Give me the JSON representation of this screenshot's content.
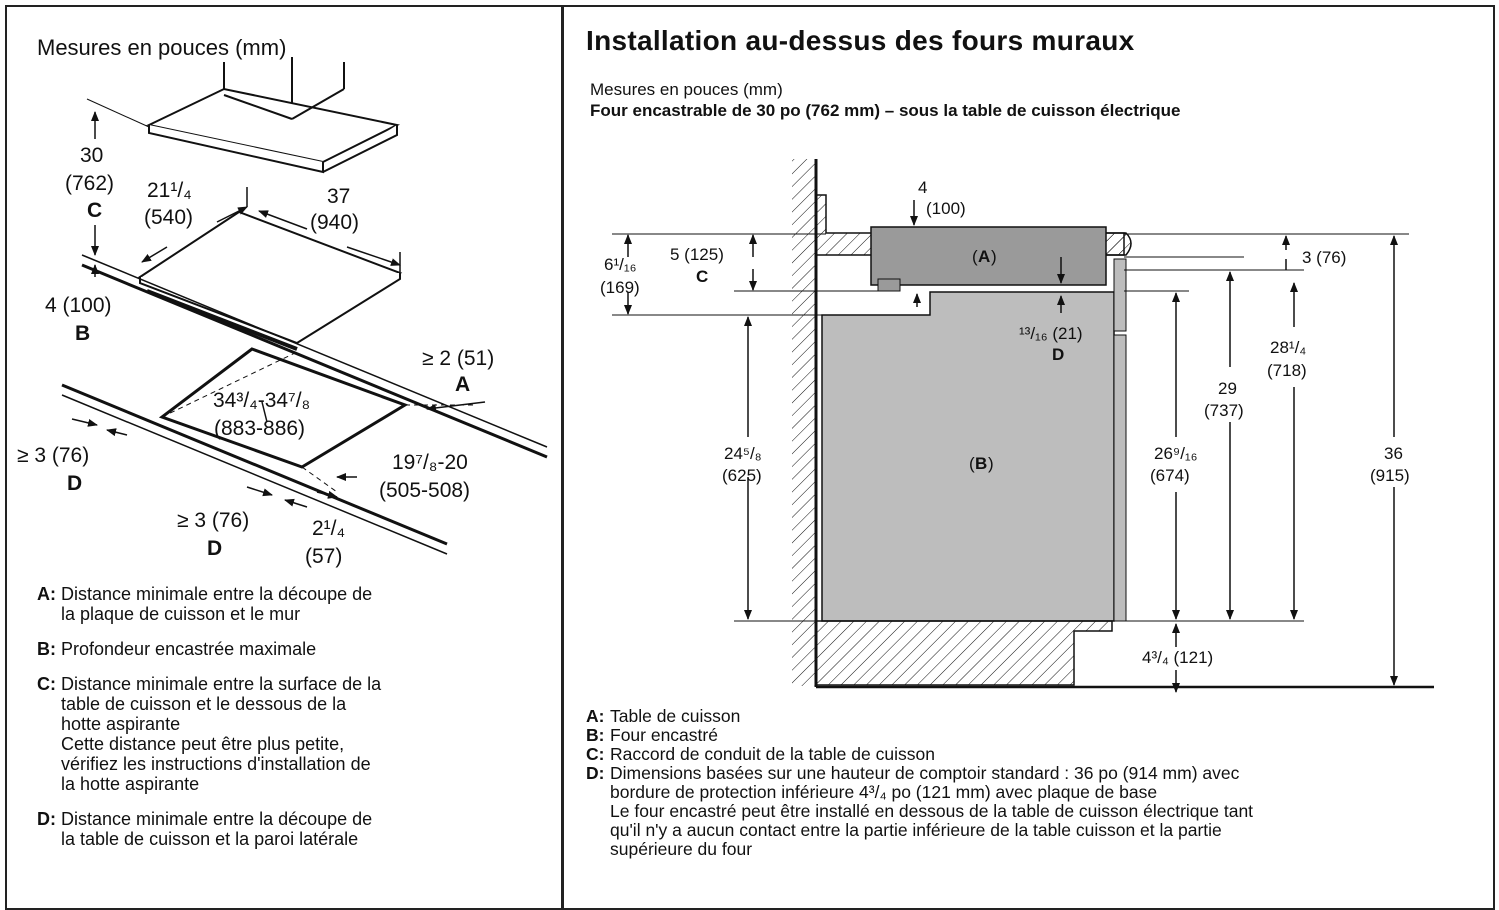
{
  "left": {
    "heading": "Mesures en pouces (mm)",
    "labels": {
      "hood_h1": "30",
      "hood_h2": "(762)",
      "hood_h3": "C",
      "depth_1": "21¹/₄",
      "depth_2": "(540)",
      "width_1": "37",
      "width_2": "(940)",
      "below_1": "4 (100)",
      "below_2": "B",
      "wall_1": "≥ 2 (51)",
      "wall_2": "A",
      "cut_w1": "34³/₄-34⁷/₈",
      "cut_w2": "(883-886)",
      "side_1": "≥ 3 (76)",
      "side_2": "D",
      "cut_d1": "19⁷/₈-20",
      "cut_d2": "(505-508)",
      "front_1": "≥ 3 (76)",
      "front_2": "D",
      "edge_1": "2¹/₄",
      "edge_2": "(57)"
    },
    "legend": [
      {
        "key": "A:",
        "text": "Distance minimale entre la découpe de\nla plaque de cuisson et le mur"
      },
      {
        "key": "B:",
        "text": "Profondeur encastrée maximale"
      },
      {
        "key": "C:",
        "text": "Distance minimale entre la surface de la\ntable de cuisson et le dessous de la\nhotte aspirante\nCette distance peut être plus petite,\nvérifiez les instructions d'installation de\nla hotte aspirante"
      },
      {
        "key": "D:",
        "text": "Distance minimale entre la découpe de\nla table de cuisson et la paroi latérale"
      }
    ]
  },
  "right": {
    "title": "Installation au-dessus des fours muraux",
    "subtitle": "Mesures en pouces (mm)",
    "subtitle_bold": "Four encastrable de 30 po (762 mm) – sous la table de cuisson électrique",
    "labels": {
      "top_1": "4",
      "top_2": "(100)",
      "cooktop": "A",
      "oven": "B",
      "duct_1": "5 (125)",
      "duct_2": "C",
      "left_1": "6¹/₁₆",
      "left_2": "(169)",
      "gap_1": "¹³/₁₆ (21)",
      "gap_2": "D",
      "oven_h1": "24⁵/₈",
      "oven_h2": "(625)",
      "r3_1": "3 (76)",
      "h29_1": "29",
      "h29_2": "(737)",
      "h28_1": "28¹/₄",
      "h28_2": "(718)",
      "h36_1": "36",
      "h36_2": "(915)",
      "h26_1": "26⁹/₁₆",
      "h26_2": "(674)",
      "base_1": "4³/₄ (121)"
    },
    "legend": [
      {
        "key": "A:",
        "text": "Table de cuisson"
      },
      {
        "key": "B:",
        "text": "Four encastré"
      },
      {
        "key": "C:",
        "text": "Raccord de conduit de la table de cuisson"
      },
      {
        "key": "D:",
        "text": "Dimensions basées sur une hauteur de comptoir standard : 36 po (914 mm) avec\nbordure de protection inférieure 4³/₄ po (121 mm) avec plaque de base\nLe four encastré peut être installé en dessous de la table de cuisson électrique tant\nqu'il n'y a aucun contact entre la partie inférieure de la table cuisson et la partie\nsupérieure du four"
      }
    ]
  },
  "colors": {
    "grey_fill": "#bdbdbd",
    "dark_grey": "#9a9a9a",
    "line": "#111111"
  }
}
